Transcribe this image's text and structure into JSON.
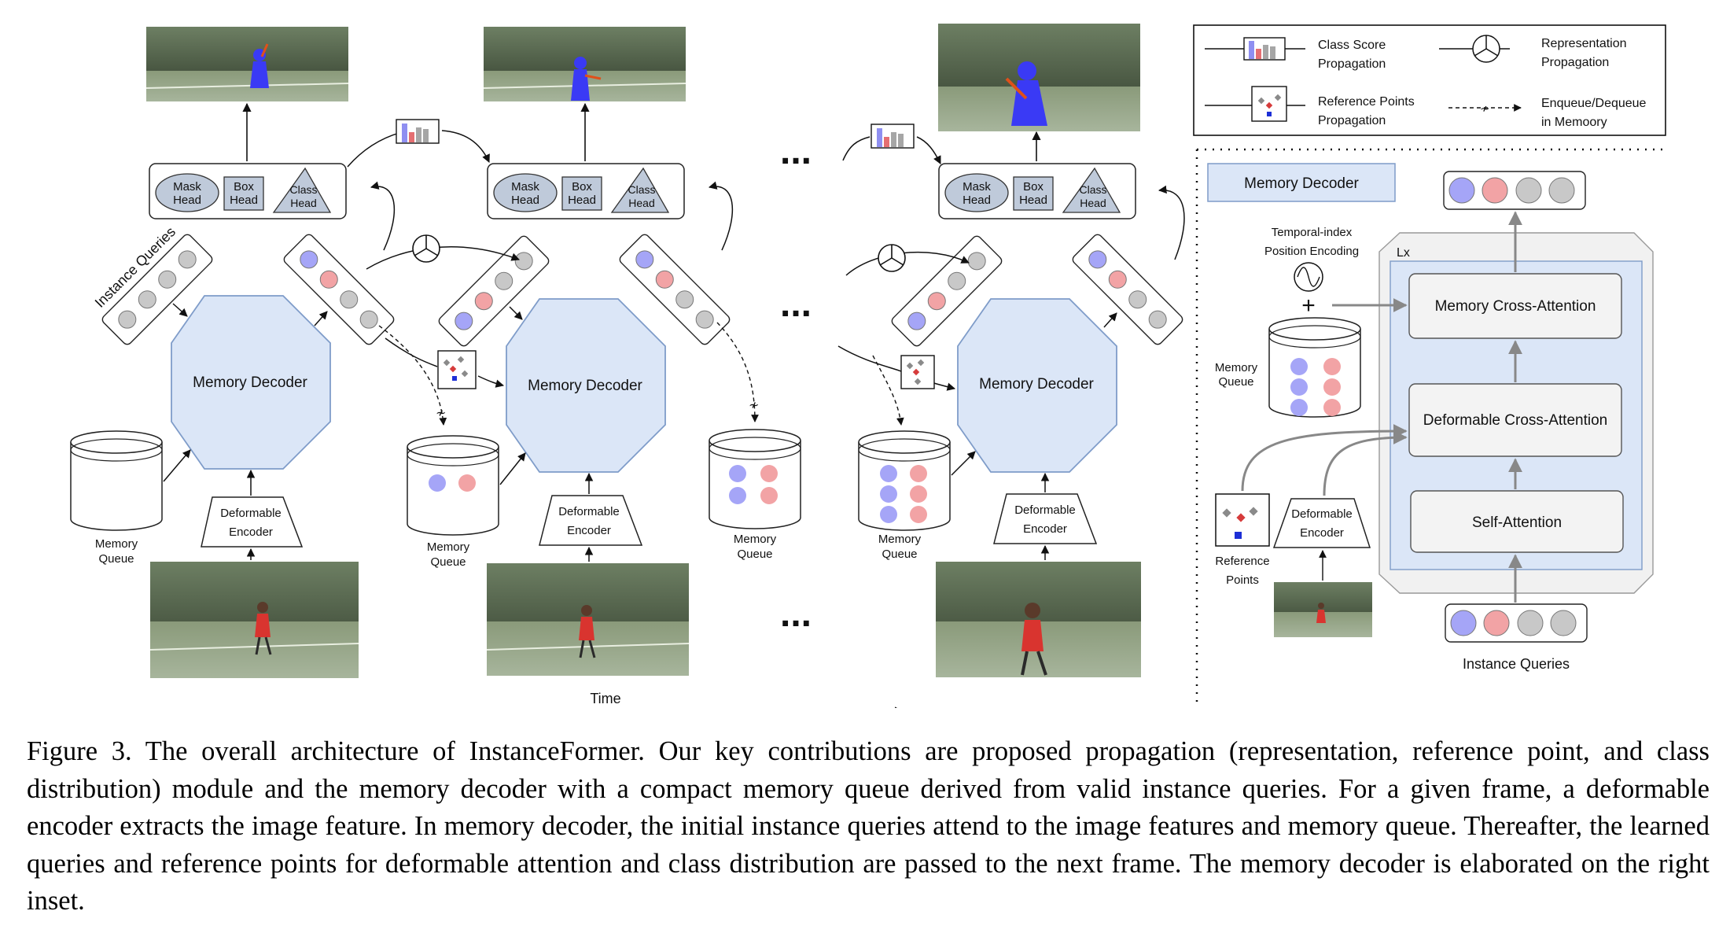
{
  "colors": {
    "decoder_fill": "#dbe6f7",
    "decoder_stroke": "#7f9cc9",
    "query_blue": "#a5a5f7",
    "query_red": "#f2a3a5",
    "query_gray": "#c8c8c8",
    "score_blue": "#8f8ff1",
    "score_red": "#e56f72",
    "score_gray": "#a6a6a6",
    "ref_red": "#d63b3b",
    "ref_gray": "#8a8a8a",
    "ref_blue": "#1d2fd6",
    "head_fill": "#bfcada",
    "inset_bg": "#f1f1f1",
    "inset_inner": "#dbe6f7",
    "block_fill": "#f3f3f3"
  },
  "icons": {
    "propagation_node": "trefoil-circle-icon",
    "encoding_wave": "sine-wave-icon",
    "enqueue": "dashed-arrow-icon",
    "frame": "tennis-photo-icon"
  },
  "diagram": {
    "instance_queries": "Instance Queries",
    "memory_decoder": "Memory Decoder",
    "memory_queue": [
      "Memory",
      "Queue"
    ],
    "deformable_encoder": [
      "Deformable",
      "Encoder"
    ],
    "heads": {
      "mask": [
        "Mask",
        "Head"
      ],
      "box": [
        "Box",
        "Head"
      ],
      "class": [
        "Class",
        "Head"
      ]
    },
    "ellipsis": "...",
    "time": "Time"
  },
  "legend": {
    "class_score": [
      "Class Score",
      "Propagation"
    ],
    "representation": [
      "Representation",
      "Propagation"
    ],
    "reference_points": [
      "Reference Points",
      "Propagation"
    ],
    "enqueue": [
      "Enqueue/Dequeue",
      "in Memoory"
    ]
  },
  "inset": {
    "title": "Memory Decoder",
    "temporal": [
      "Temporal-index",
      "Position Encoding"
    ],
    "plus": "+",
    "lx": "Lx",
    "memory_cross": "Memory Cross-Attention",
    "deformable_cross": "Deformable Cross-Attention",
    "self_attention": "Self-Attention",
    "memory_queue": [
      "Memory",
      "Queue"
    ],
    "reference_points": [
      "Reference",
      "Points"
    ],
    "deformable_encoder": [
      "Deformable",
      "Encoder"
    ],
    "instance_queries": "Instance Queries"
  },
  "caption": "Figure 3. The overall architecture of InstanceFormer. Our key contributions are proposed propagation (representation, reference point, and class distribution) module and the memory decoder with a compact memory queue derived from valid instance queries. For a given frame, a deformable encoder extracts the image feature. In memory decoder, the initial instance queries attend to the image features and memory queue.  Thereafter, the learned queries and reference points for deformable attention and class distribution are passed to the next frame. The memory decoder is elaborated on the right inset."
}
